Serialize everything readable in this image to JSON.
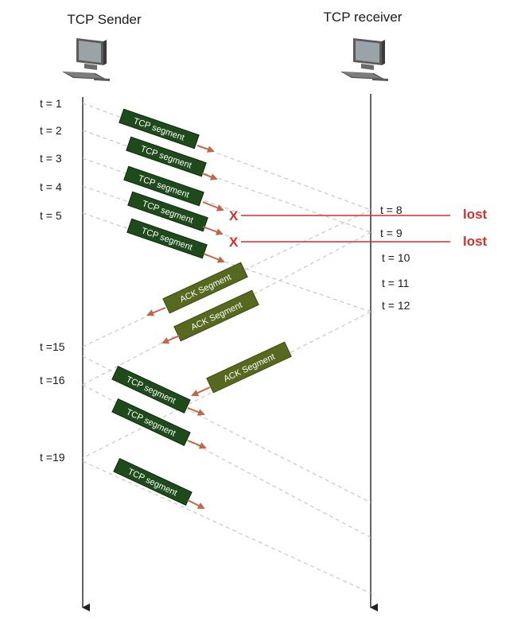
{
  "hosts": {
    "sender": {
      "label": "TCP Sender",
      "icon": "desktop-computer-icon"
    },
    "receiver": {
      "label": "TCP receiver",
      "icon": "desktop-computer-icon"
    }
  },
  "sender_times": [
    "t = 1",
    "t = 2",
    "t = 3",
    "t = 4",
    "t = 5",
    "t =15",
    "t =16",
    "t =19"
  ],
  "receiver_times": [
    "t = 8",
    "t = 9",
    "t = 10",
    "t = 11",
    "t = 12"
  ],
  "segments": {
    "tcp_label": "TCP segment",
    "ack_label": "ACK Segment"
  },
  "loss": {
    "mark": "X",
    "label": "lost"
  },
  "colors": {
    "tcp_box": "#1f4a1c",
    "ack_box": "#56691f",
    "arrow": "#c0674a",
    "lost": "#d32f2f",
    "timeline": "#222222",
    "dashed": "#c8c8c8"
  }
}
